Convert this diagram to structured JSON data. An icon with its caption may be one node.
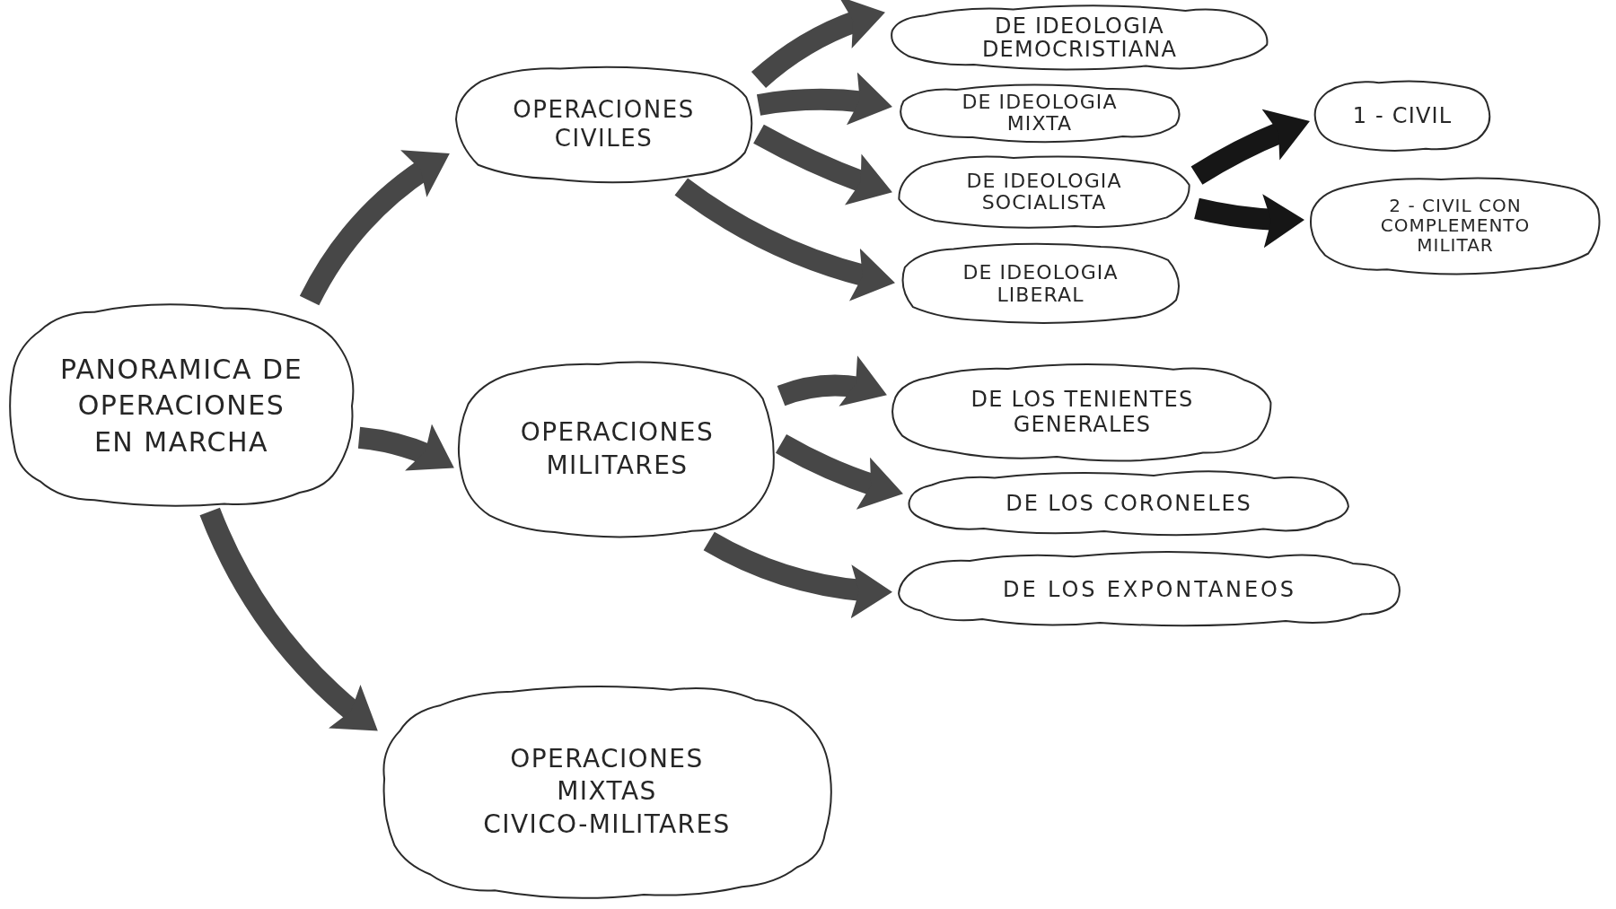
{
  "diagram": {
    "nodes": [
      {
        "text": [
          "PANORAMICA DE OPERACIONES EN MARCHA"
        ]
      },
      {
        "text": [
          "OPERACIONES CIVILES"
        ]
      },
      {
        "text": [
          "DE IDEOLOGIA DEMOCRISTIANA"
        ]
      },
      {
        "text": [
          "DE IDEOLOGIA MIXTA"
        ]
      },
      {
        "text": [
          "DE IDEOLOGIA SOCIALISTA"
        ]
      },
      {
        "text": [
          "DE IDEOLOGIA LIBERAL"
        ]
      },
      {
        "text": [
          "1 - CIVIL"
        ]
      },
      {
        "text": [
          "2 - CIVIL CON COMPLEMENTO MILITAR"
        ]
      },
      {
        "text": [
          "OPERACIONES MILITARES"
        ]
      },
      {
        "text": [
          "DE LOS TENIENTES GENERALES"
        ]
      },
      {
        "text": [
          "DE LOS CORONELES"
        ]
      },
      {
        "text": [
          "DE LOS EXPONTANEOS"
        ]
      },
      {
        "text": [
          "OPERACIONES MIXTAS CIVICO-MILITARES"
        ]
      }
    ],
    "edges": [
      {
        "from": 0,
        "to": 1,
        "arrow": "to"
      },
      {
        "from": 0,
        "to": 8,
        "arrow": "to"
      },
      {
        "from": 0,
        "to": 12,
        "arrow": "to"
      },
      {
        "from": 1,
        "to": 2,
        "arrow": "to"
      },
      {
        "from": 1,
        "to": 3,
        "arrow": "to"
      },
      {
        "from": 1,
        "to": 4,
        "arrow": "to"
      },
      {
        "from": 1,
        "to": 5,
        "arrow": "to"
      },
      {
        "from": 4,
        "to": 6,
        "arrow": "to",
        "color": "#161616"
      },
      {
        "from": 4,
        "to": 7,
        "arrow": "to",
        "color": "#161616"
      },
      {
        "from": 8,
        "to": 9,
        "arrow": "to"
      },
      {
        "from": 8,
        "to": 10,
        "arrow": "to"
      },
      {
        "from": 8,
        "to": 11,
        "arrow": "to"
      }
    ]
  }
}
